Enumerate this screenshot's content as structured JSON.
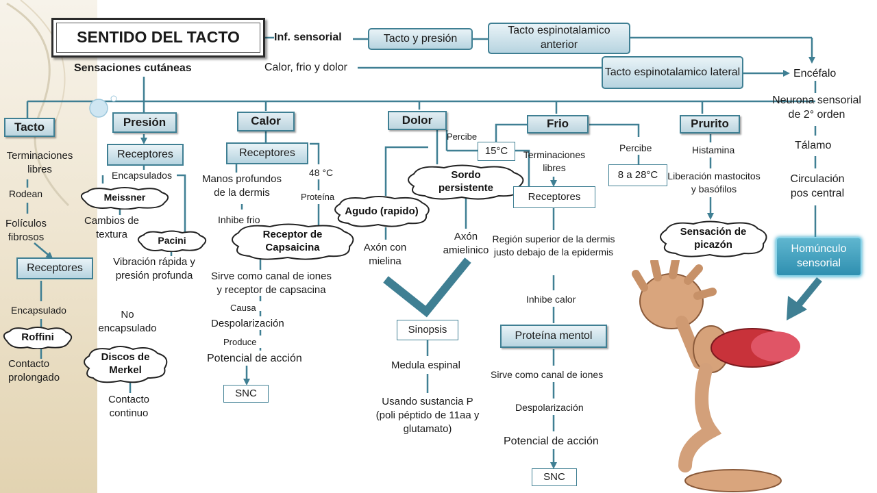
{
  "colors": {
    "line": "#3f7f93",
    "box_fill": "#cfe3eb",
    "highlight": "#2f8fb0"
  },
  "title": "SENTIDO DEL TACTO",
  "top": {
    "inf_sensorial": "Inf. sensorial",
    "tacto_presion": "Tacto y presión",
    "espino_anterior": "Tacto espinotalamico anterior",
    "calor_frio_dolor": "Calor, frio y dolor",
    "espino_lateral": "Tacto espinotalamico lateral",
    "sensaciones": "Sensaciones cutáneas"
  },
  "right": {
    "encefalo": "Encéfalo",
    "neurona": "Neurona sensorial de 2° orden",
    "talamo": "Tálamo",
    "circulacion": "Circulación pos central",
    "homunculo": "Homúnculo sensorial"
  },
  "tacto": {
    "header": "Tacto",
    "terminaciones": "Terminaciones libres",
    "rodean": "Rodean",
    "foliculos": "Folículos fibrosos",
    "receptores": "Receptores",
    "encapsulado": "Encapsulado",
    "roffini": "Roffini",
    "contacto_prolongado": "Contacto prolongado",
    "no_encapsulado": "No encapsulado",
    "discos": "Discos de Merkel",
    "contacto_continuo": "Contacto continuo"
  },
  "presion": {
    "header": "Presión",
    "receptores": "Receptores",
    "encapsulados": "Encapsulados",
    "meissner": "Meissner",
    "cambios": "Cambios de textura",
    "pacini": "Pacini",
    "vibracion": "Vibración rápida y presión profunda"
  },
  "calor": {
    "header": "Calor",
    "receptores": "Receptores",
    "temp": "48 °C",
    "manos": "Manos profundos de la dermis",
    "proteina": "Proteína",
    "inhibe": "Inhibe frio",
    "capsaicina": "Receptor de Capsaicina",
    "sirve": "Sirve como canal de iones y receptor de capsacina",
    "causa": "Causa",
    "despolarizacion": "Despolarización",
    "produce": "Produce",
    "potencial": "Potencial de acción",
    "snc": "SNC"
  },
  "dolor": {
    "header": "Dolor",
    "percibe": "Percibe",
    "sordo": "Sordo persistente",
    "agudo": "Agudo (rapido)",
    "axon_mielina": "Axón con mielina",
    "axon_amielinico": "Axón amielinico",
    "sinopsis": "Sinopsis",
    "medula": "Medula espinal",
    "sustancia": "Usando sustancia P (poli péptido de 11aa y glutamato)"
  },
  "frio": {
    "header": "Frio",
    "temp_15": "15°C",
    "terminaciones": "Terminaciones libres",
    "percibe": "Percibe",
    "rango": "8 a 28°C",
    "receptores": "Receptores",
    "region": "Región superior de la dermis justo debajo de la epidermis",
    "inhibe": "Inhibe calor",
    "proteina_mentol": "Proteína mentol",
    "sirve": "Sirve como canal de iones",
    "despolarizacion": "Despolarización",
    "potencial": "Potencial de acción",
    "snc": "SNC"
  },
  "prurito": {
    "header": "Prurito",
    "histamina": "Histamina",
    "liberacion": "Liberación mastocitos y basófilos",
    "sensacion": "Sensación de picazón"
  }
}
